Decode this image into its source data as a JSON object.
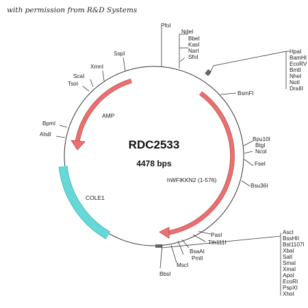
{
  "header_note": "with permission from R&D Systems",
  "plasmid": {
    "name": "RDC2533",
    "size": "4478 bps"
  },
  "features": [
    {
      "name": "AMP",
      "type": "arrow",
      "color": "#e66464"
    },
    {
      "name": "hWFIKKN2 (1-576)",
      "type": "arrow",
      "color": "#e66464"
    },
    {
      "name": "COLE1",
      "type": "box",
      "color": "#5fd3d3"
    }
  ],
  "sites": {
    "top": [
      "PfoI",
      "NdeI",
      "BbeI",
      "KasI",
      "NarI",
      "SfoI"
    ],
    "top_left": [
      "SspI",
      "XmnI",
      "ScaI",
      "TsoI"
    ],
    "left": [
      "BpmI",
      "AhdI"
    ],
    "mcs_top": [
      "HpaI",
      "BamHI",
      "EcoRV",
      "BmtI",
      "NheI",
      "NotI",
      "DraIII"
    ],
    "right": [
      "BsmFI",
      "Bpu10I",
      "BtgI",
      "NcoI",
      "FseI",
      "Bsu36I"
    ],
    "bottom": [
      "PasI",
      "Tth111I",
      "BsaAI",
      "PmlI",
      "MscI",
      "BbsI"
    ],
    "mcs_bottom": [
      "AscI",
      "BssHII",
      "Bst1107I",
      "XbaI",
      "SalI",
      "SmaI",
      "XmaI",
      "ApoI",
      "EcoRI",
      "PspXI",
      "XhoI"
    ]
  }
}
